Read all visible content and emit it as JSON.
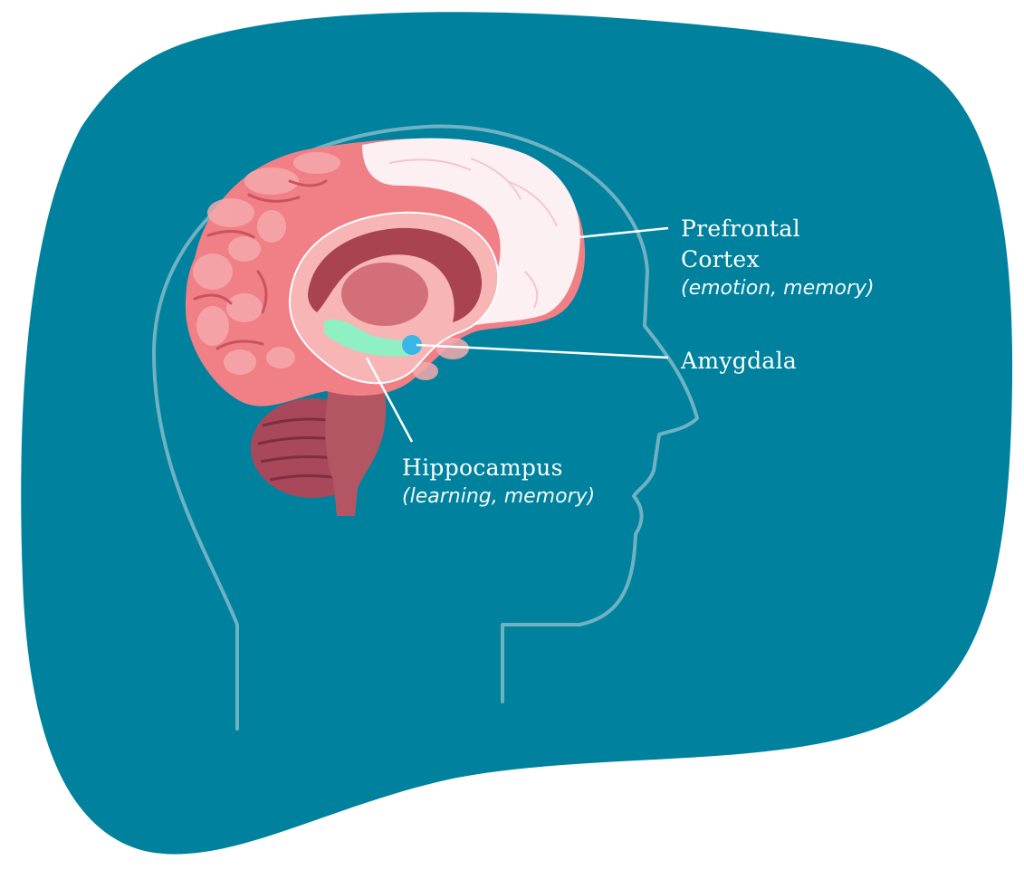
{
  "colors": {
    "blob": "#00829e",
    "head_outline": "#6fb2c2",
    "brain_pink": "#f07f86",
    "brain_light": "#f7a9ad",
    "brain_dark": "#a94350",
    "prefrontal": "#fdf0f3",
    "hippocampus": "#8ff0c4",
    "amygdala": "#39b6e8",
    "leader_line": "#ffffff"
  },
  "labels": {
    "prefrontal": {
      "name_line1": "Prefrontal",
      "name_line2": "Cortex",
      "desc": "(emotion, memory)"
    },
    "amygdala": {
      "name": "Amygdala"
    },
    "hippocampus": {
      "name": "Hippocampus",
      "desc": "(learning, memory)"
    }
  }
}
